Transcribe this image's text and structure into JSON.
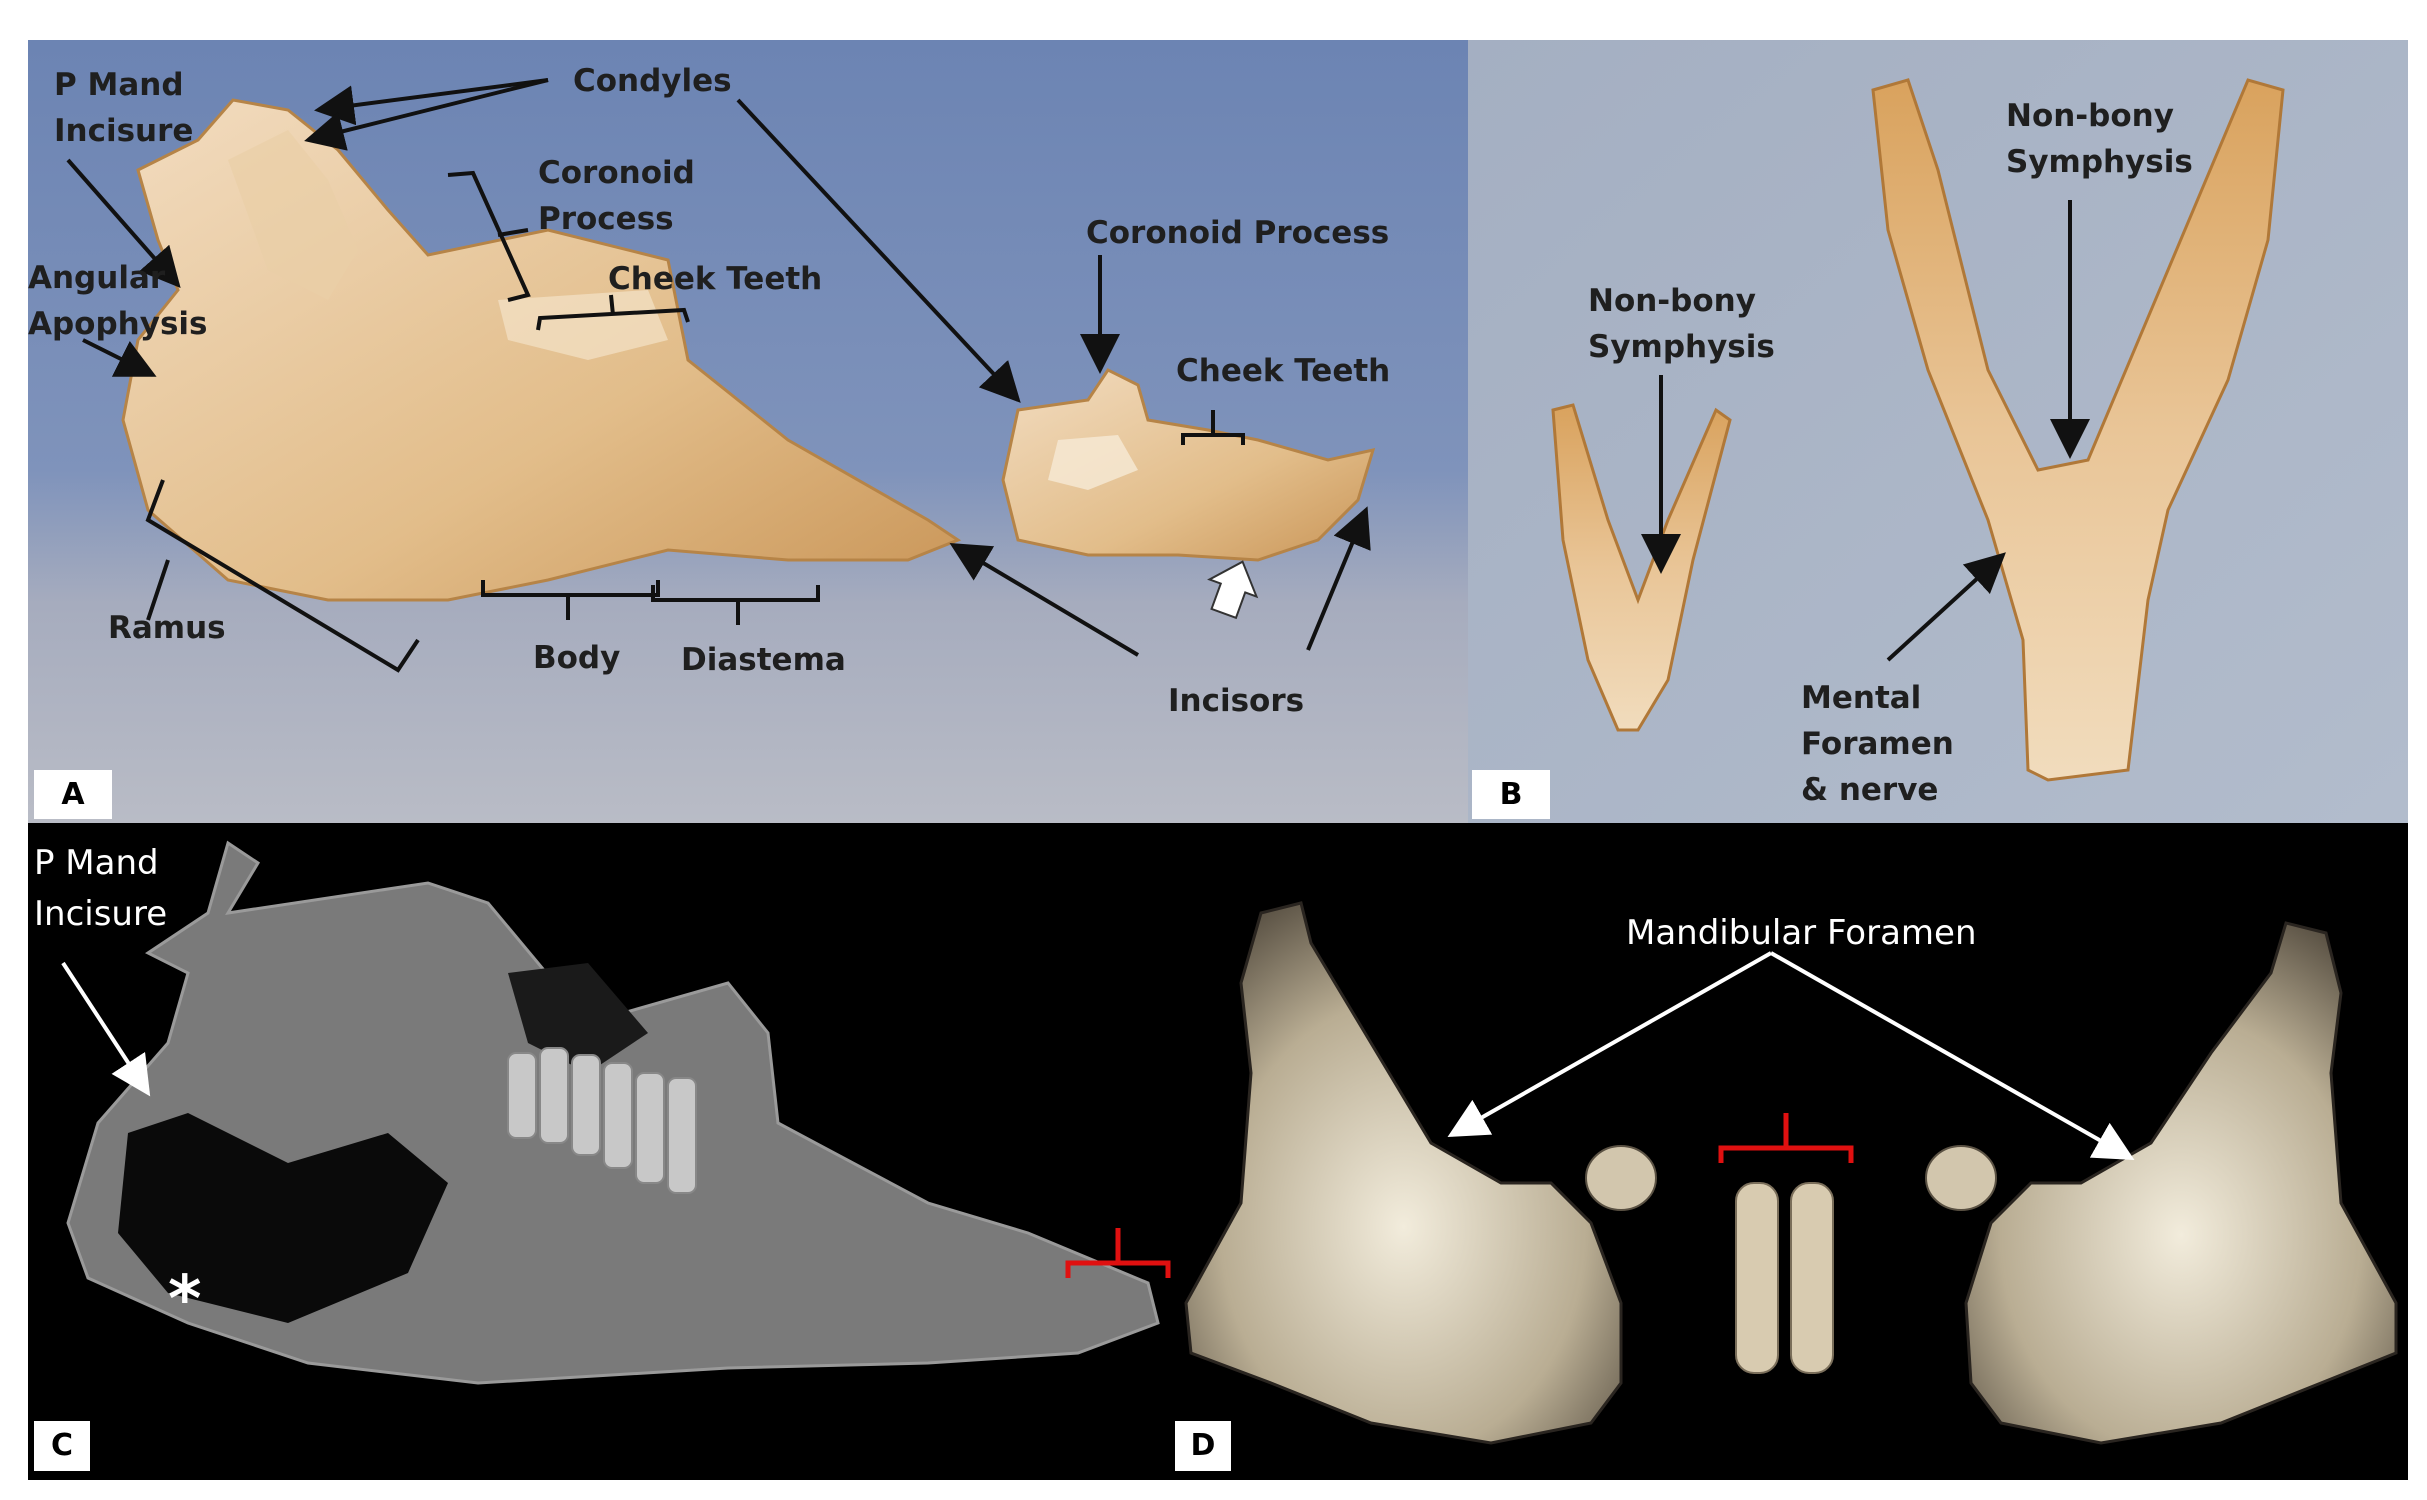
{
  "panels": {
    "A": {
      "tag": "A",
      "labels": {
        "p_mand_incisure": "P Mand\nIncisure",
        "condyles": "Condyles",
        "coronoid_process": "Coronoid\nProcess",
        "angular_apophysis": "Angular\nApophysis",
        "cheek_teeth": "Cheek Teeth",
        "ramus": "Ramus",
        "body": "Body",
        "diastema": "Diastema",
        "coronoid_process_small": "Coronoid Process",
        "cheek_teeth_small": "Cheek Teeth",
        "incisors": "Incisors"
      }
    },
    "B": {
      "tag": "B",
      "labels": {
        "non_bony_symphysis_small": "Non-bony\nSymphysis",
        "non_bony_symphysis_large": "Non-bony\nSymphysis",
        "mental_foramen": "Mental\nForamen\n& nerve"
      }
    },
    "C": {
      "tag": "C",
      "labels": {
        "p_mand_incisure": "P Mand\nIncisure",
        "asterisk": "*"
      }
    },
    "D": {
      "tag": "D",
      "labels": {
        "mandibular_foramen": "Mandibular Foramen"
      }
    }
  },
  "colors": {
    "panel_a_background": "#6f86b4",
    "panel_b_background": "#a8b3c6",
    "bone_tan": "#dcb27a",
    "ct_background": "#000000",
    "bracket_red": "#e01010"
  }
}
